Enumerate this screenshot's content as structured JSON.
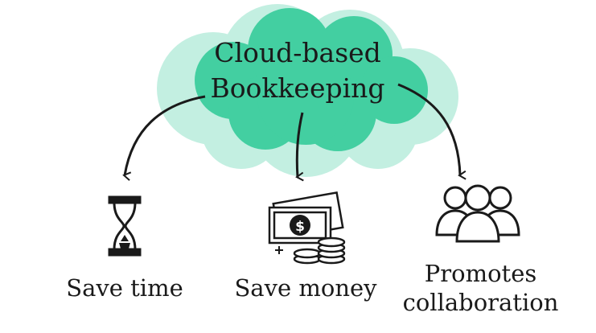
{
  "cloud": {
    "title_line1": "Cloud-based",
    "title_line2": "Bookkeeping"
  },
  "benefits": [
    {
      "label": "Save time",
      "icon": "hourglass-icon"
    },
    {
      "label": "Save money",
      "icon": "money-icon"
    },
    {
      "label_line1": "Promotes",
      "label_line2": "collaboration",
      "icon": "people-icon"
    }
  ],
  "colors": {
    "cloud_main": "#43cfa1",
    "cloud_light": "#c3efe1",
    "ink": "#1a1a1a"
  }
}
